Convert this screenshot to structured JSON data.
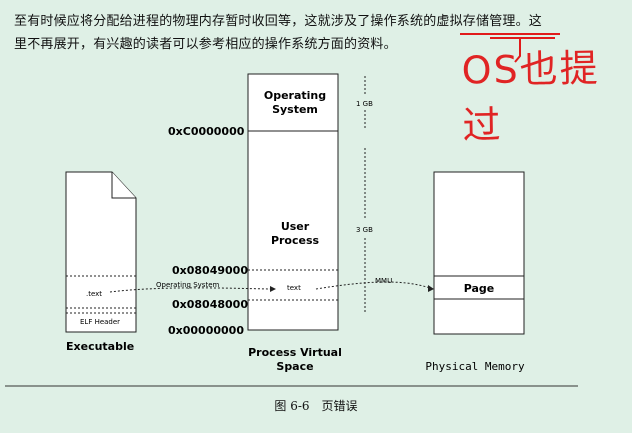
{
  "paragraph": {
    "line1": "至有时候应将分配给进程的物理内存暂时收回等，这就涉及了操作系统的虚拟存储管理。这",
    "line2": "里不再展开，有兴趣的读者可以参考相应的操作系统方面的资料。"
  },
  "handwriting": {
    "text": "OS也提过"
  },
  "diagram": {
    "executable": {
      "text_section": ".text",
      "elf_header": "ELF Header",
      "caption": "Executable"
    },
    "virtual_space": {
      "os_block": [
        "Operating",
        "System"
      ],
      "user_block": [
        "User",
        "Process"
      ],
      "text_label": "text",
      "size_1gb": "1 GB",
      "size_3gb": "3 GB",
      "caption": [
        "Process Virtual",
        "Space"
      ],
      "addresses": [
        "0xC0000000",
        "0x08049000",
        "0x08048000",
        "0x00000000"
      ]
    },
    "arrows": {
      "os_arrow": "Operating System",
      "mmu_arrow": "MMU"
    },
    "physical": {
      "page": "Page",
      "caption": "Physical Memory"
    }
  },
  "figure_caption": "图 6-6　页错误"
}
